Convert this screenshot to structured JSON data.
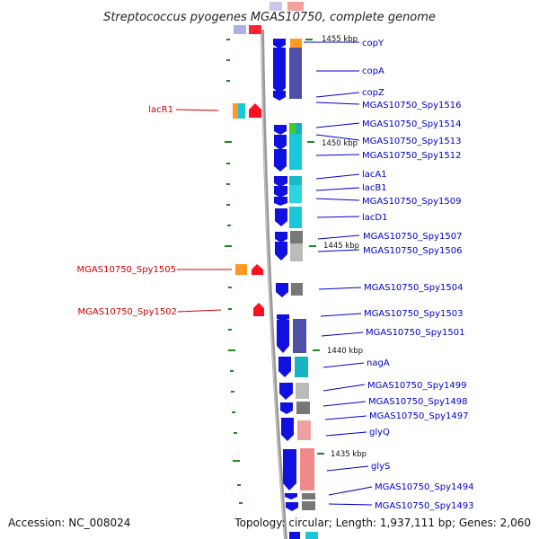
{
  "title": "Streptococcus pyogenes MGAS10750, complete genome",
  "footer": {
    "accession": "Accession: NC_008024",
    "topology": "Topology: circular; Length: 1,937,111 bp; Genes: 2,060"
  },
  "colors": {
    "forward_label": "#0000cc",
    "reverse_label": "#cc0000",
    "backbone": "#999999",
    "tick": "#1a8a1a"
  },
  "kbp_markers": [
    "1455 kbp",
    "1450 kbp",
    "1445 kbp",
    "1440 kbp",
    "1435 kbp"
  ],
  "forward_genes": [
    "copY",
    "copA",
    "copZ",
    "MGAS10750_Spy1516",
    "MGAS10750_Spy1514",
    "MGAS10750_Spy1513",
    "MGAS10750_Spy1512",
    "lacA1",
    "lacB1",
    "MGAS10750_Spy1509",
    "lacD1",
    "MGAS10750_Spy1507",
    "MGAS10750_Spy1506",
    "MGAS10750_Spy1504",
    "MGAS10750_Spy1503",
    "MGAS10750_Spy1501",
    "nagA",
    "MGAS10750_Spy1499",
    "MGAS10750_Spy1498",
    "MGAS10750_Spy1497",
    "glyQ",
    "glyS",
    "MGAS10750_Spy1494",
    "MGAS10750_Spy1493"
  ],
  "reverse_genes": [
    "lacR1",
    "MGAS10750_Spy1505",
    "MGAS10750_Spy1502"
  ]
}
